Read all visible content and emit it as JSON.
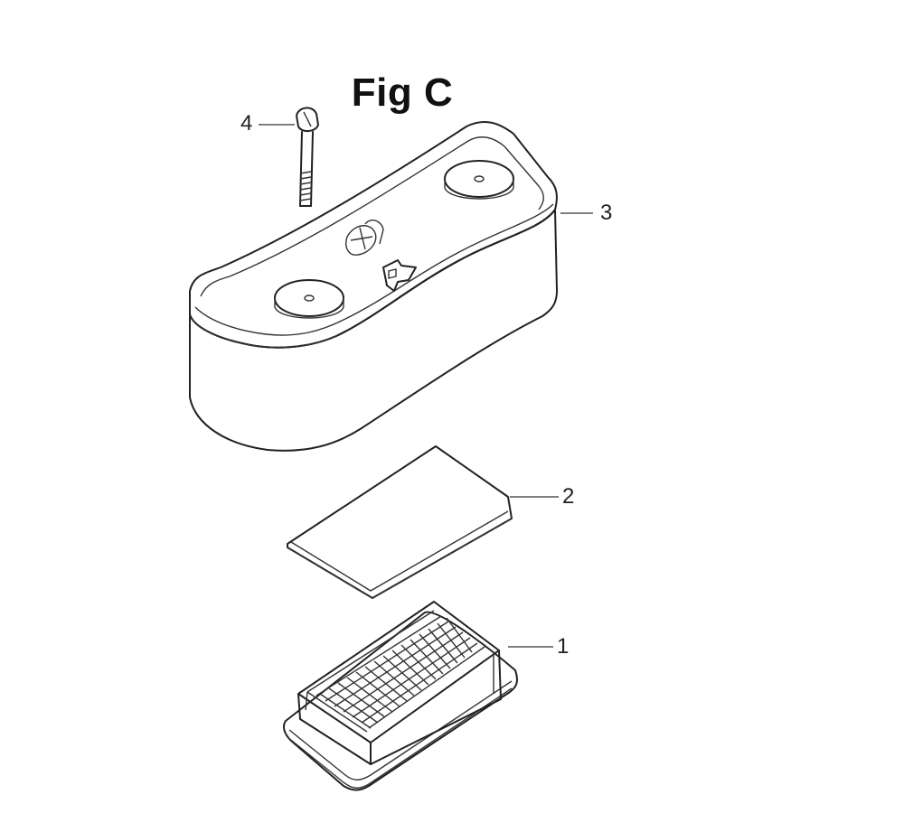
{
  "figure": {
    "title": "Fig C"
  },
  "parts": [
    {
      "callout": "1",
      "name": "air-filter-element"
    },
    {
      "callout": "2",
      "name": "pre-filter-foam"
    },
    {
      "callout": "3",
      "name": "air-cleaner-cover"
    },
    {
      "callout": "4",
      "name": "wing-bolt"
    }
  ]
}
